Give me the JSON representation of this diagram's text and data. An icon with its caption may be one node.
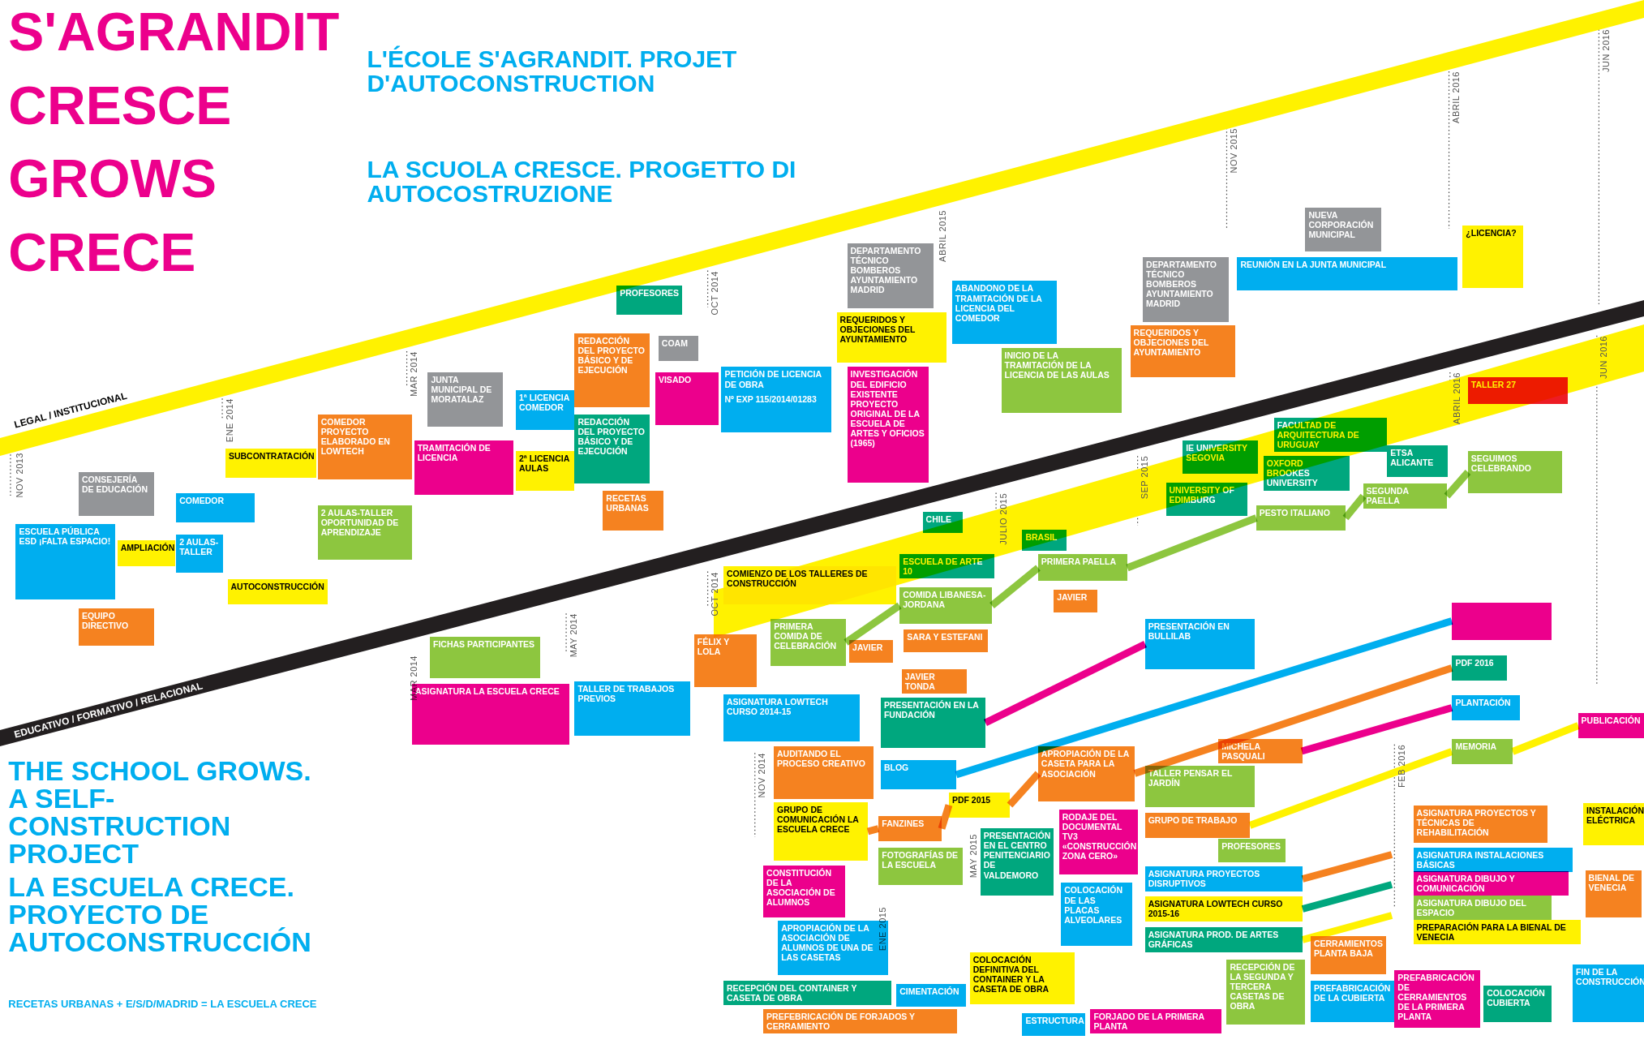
{
  "diagram": {
    "nodes": [
      {
        "text": [
          "CONSEJERÍA DE EDUCACIÓN"
        ]
      },
      {
        "text": [
          "ESCUELA PÚBLICA ESD ¡FALTA ESPACIO!"
        ]
      },
      {
        "text": [
          "EQUIPO DIRECTIVO"
        ]
      },
      {
        "text": [
          "AMPLIACIÓN"
        ]
      },
      {
        "text": [
          "COMEDOR"
        ]
      },
      {
        "text": [
          "2 AULAS-TALLER"
        ]
      },
      {
        "text": [
          "SUBCONTRATACIÓN"
        ]
      },
      {
        "text": [
          "AUTOCONSTRUCCIÓN"
        ]
      },
      {
        "text": [
          "COMEDOR PROYECTO ELABORADO EN LOWTECH"
        ]
      },
      {
        "text": [
          "2 AULAS-TALLER OPORTUNIDAD DE APRENDIZAJE"
        ]
      },
      {
        "text": [
          "JUNTA MUNICIPAL DE MORATALAZ"
        ]
      },
      {
        "text": [
          "TRAMITACIÓN DE LICENCIA"
        ]
      },
      {
        "text": [
          "1ª LICENCIA COMEDOR"
        ]
      },
      {
        "text": [
          "2ª LICENCIA AULAS"
        ]
      },
      {
        "text": [
          "PROFESORES"
        ]
      },
      {
        "text": [
          "REDACCIÓN DEL PROYECTO BÁSICO Y DE EJECUCIÓN"
        ]
      },
      {
        "text": [
          "COAM"
        ]
      },
      {
        "text": [
          "VISADO"
        ]
      },
      {
        "text": [
          "REDACCIÓN DEL PROYECTO BÁSICO Y DE EJECUCIÓN"
        ]
      },
      {
        "text": [
          "RECETAS URBANAS"
        ]
      },
      {
        "text": [
          "PETICIÓN DE LICENCIA DE OBRA",
          "Nº EXP 115/2014/01283"
        ]
      },
      {
        "text": [
          "DEPARTAMENTO TÉCNICO BOMBEROS AYUNTAMIENTO MADRID"
        ]
      },
      {
        "text": [
          "REQUERIDOS Y OBJECIONES DEL AYUNTAMIENTO"
        ]
      },
      {
        "text": [
          "INVESTIGACIÓN DEL EDIFICIO EXISTENTE PROYECTO ORIGINAL DE LA ESCUELA DE ARTES Y OFICIOS (1965)"
        ]
      },
      {
        "text": [
          "ABANDONO DE LA TRAMITACIÓN DE LA LICENCIA DEL COMEDOR"
        ]
      },
      {
        "text": [
          "INICIO DE LA TRAMITACIÓN DE LA LICENCIA DE LAS AULAS"
        ]
      },
      {
        "text": [
          "DEPARTAMENTO TÉCNICO BOMBEROS AYUNTAMIENTO MADRID"
        ]
      },
      {
        "text": [
          "REQUERIDOS Y OBJECIONES DEL AYUNTAMIENTO"
        ]
      },
      {
        "text": [
          "REUNIÓN EN LA JUNTA MUNICIPAL"
        ]
      },
      {
        "text": [
          "NUEVA CORPORACIÓN MUNICIPAL"
        ]
      },
      {
        "text": [
          "¿LICENCIA?"
        ]
      },
      {
        "text": [
          "CHILE"
        ]
      },
      {
        "text": [
          "COMIENZO DE LOS TALLERES DE CONSTRUCCIÓN"
        ]
      },
      {
        "text": [
          "ESCUELA DE ARTE 10"
        ]
      },
      {
        "text": [
          "BRASIL"
        ]
      },
      {
        "text": [
          "IE UNIVERSITY SEGOVIA"
        ]
      },
      {
        "text": [
          "FACULTAD DE ARQUITECTURA DE URUGUAY"
        ]
      },
      {
        "text": [
          "UNIVERSITY OF EDIMBURG"
        ]
      },
      {
        "text": [
          "OXFORD BROOKES UNIVERSITY"
        ]
      },
      {
        "text": [
          "ETSA ALICANTE"
        ]
      },
      {
        "text": [
          "TALLER 27"
        ]
      },
      {
        "text": [
          "SEGUIMOS CELEBRANDO"
        ]
      },
      {
        "text": [
          "SEGUNDA PAELLA"
        ]
      },
      {
        "text": [
          "PESTO ITALIANO"
        ]
      },
      {
        "text": [
          "PRIMERA PAELLA"
        ]
      },
      {
        "text": [
          "JAVIER"
        ]
      },
      {
        "text": [
          "PRIMERA COMIDA DE CELEBRACIÓN"
        ]
      },
      {
        "text": [
          "JAVIER"
        ]
      },
      {
        "text": [
          "COMIDA LIBANESA-JORDANA"
        ]
      },
      {
        "text": [
          "SARA Y ESTEFANI"
        ]
      },
      {
        "text": [
          "FICHAS PARTICIPANTES"
        ]
      },
      {
        "text": [
          "ASIGNATURA LA ESCUELA CRECE"
        ]
      },
      {
        "text": [
          "TALLER DE TRABAJOS PREVIOS"
        ]
      },
      {
        "text": [
          "FÉLIX Y LOLA"
        ]
      },
      {
        "text": [
          "ASIGNATURA LOWTECH CURSO 2014-15"
        ]
      },
      {
        "text": [
          "JAVIER TONDA"
        ]
      },
      {
        "text": [
          "PRESENTACIÓN EN LA FUNDACIÓN"
        ]
      },
      {
        "text": [
          "PRESENTACIÓN EN BULLILAB"
        ]
      },
      {
        "text": [],
        "shape": "box"
      },
      {
        "text": [
          "PDF 2016"
        ]
      },
      {
        "text": [
          "PLANTACIÓN"
        ]
      },
      {
        "text": [
          "MEMORIA"
        ]
      },
      {
        "text": [
          "PUBLICACIÓN"
        ]
      },
      {
        "text": [
          "AUDITANDO EL PROCESO CREATIVO"
        ]
      },
      {
        "text": [
          "BLOG"
        ]
      },
      {
        "text": [
          "GRUPO DE COMUNICACIÓN LA ESCUELA CRECE"
        ]
      },
      {
        "text": [
          "FANZINES"
        ]
      },
      {
        "text": [
          "PDF 2015"
        ]
      },
      {
        "text": [
          "FOTOGRAFÍAS DE LA ESCUELA"
        ]
      },
      {
        "text": [
          "APROPIACIÓN DE LA CASETA PARA LA ASOCIACIÓN"
        ]
      },
      {
        "text": [
          "MICHELA PASQUALI"
        ]
      },
      {
        "text": [
          "TALLER PENSAR EL JARDÍN"
        ]
      },
      {
        "text": [
          "GRUPO DE TRABAJO"
        ]
      },
      {
        "text": [
          "PROFESORES"
        ]
      },
      {
        "text": [
          "PRESENTACIÓN EN EL CENTRO PENITENCIARIO DE VALDEMORO"
        ]
      },
      {
        "text": [
          "RODAJE DEL DOCUMENTAL TV3 «CONSTRUCCIÓN ZONA CERO»"
        ]
      },
      {
        "text": [
          "CONSTITUCIÓN DE LA ASOCIACIÓN DE ALUMNOS"
        ]
      },
      {
        "text": [
          "APROPIACIÓN DE LA ASOCIACIÓN DE ALUMNOS DE UNA DE LAS CASETAS"
        ]
      },
      {
        "text": [
          "COLOCACIÓN DE LAS PLACAS ALVEOLARES"
        ]
      },
      {
        "text": [
          "COLOCACIÓN DEFINITIVA DEL CONTAINER Y LA CASETA DE OBRA"
        ]
      },
      {
        "text": [
          "RECEPCIÓN DEL CONTAINER Y CASETA DE OBRA"
        ]
      },
      {
        "text": [
          "PREFEBRICACIÓN DE FORJADOS Y CERRAMIENTO"
        ]
      },
      {
        "text": [
          "CIMENTACIÓN"
        ]
      },
      {
        "text": [
          "ESTRUCTURA"
        ]
      },
      {
        "text": [
          "FORJADO DE LA PRIMERA PLANTA"
        ]
      },
      {
        "text": [
          "ASIGNATURA PROYECTOS DISRUPTIVOS"
        ]
      },
      {
        "text": [
          "ASIGNATURA LOWTECH CURSO 2015-16"
        ]
      },
      {
        "text": [
          "ASIGNATURA PROD. DE ARTES GRÁFICAS"
        ]
      },
      {
        "text": [
          "RECEPCIÓN DE LA SEGUNDA Y TERCERA CASETAS DE OBRA"
        ]
      },
      {
        "text": [
          "CERRAMIENTOS PLANTA BAJA"
        ]
      },
      {
        "text": [
          "PREFABRICACIÓN DE LA CUBIERTA"
        ]
      },
      {
        "text": [
          "PREFABRICACIÓN DE CERRAMIENTOS DE LA PRIMERA PLANTA"
        ]
      },
      {
        "text": [
          "COLOCACIÓN CUBIERTA"
        ]
      },
      {
        "text": [
          "ASIGNATURA PROYECTOS Y TÉCNICAS DE REHABILITACIÓN"
        ]
      },
      {
        "text": [
          "ASIGNATURA INSTALACIONES BÁSICAS"
        ]
      },
      {
        "text": [
          "ASIGNATURA DIBUJO Y COMUNICACIÓN"
        ]
      },
      {
        "text": [
          "ASIGNATURA DIBUJO DEL ESPACIO"
        ]
      },
      {
        "text": [
          "PREPARACIÓN PARA LA BIENAL DE VENECIA"
        ]
      },
      {
        "text": [
          "INSTALACIÓN ELÉCTRICA"
        ]
      },
      {
        "text": [
          "BIENAL DE VENECIA"
        ]
      },
      {
        "text": [
          "FIN DE LA CONSTRUCCIÓN"
        ]
      }
    ],
    "edges": [
      {
        "from": 46,
        "to": 48,
        "arrow": "none"
      },
      {
        "from": 48,
        "to": 44,
        "arrow": "none"
      },
      {
        "from": 44,
        "to": 43,
        "arrow": "none"
      },
      {
        "from": 43,
        "to": 42,
        "arrow": "none"
      },
      {
        "from": 42,
        "to": 41,
        "arrow": "none"
      },
      {
        "from": 56,
        "to": 57,
        "arrow": "none",
        "color": "#ec008c"
      },
      {
        "from": 64,
        "to": 58,
        "arrow": "none",
        "color": "#00aeef"
      },
      {
        "from": 65,
        "to": 66,
        "arrow": "none",
        "color": "#f58220"
      },
      {
        "from": 66,
        "to": 67,
        "arrow": "none",
        "color": "#f58220"
      },
      {
        "from": 67,
        "to": 69,
        "arrow": "none",
        "color": "#f58220"
      },
      {
        "from": 69,
        "to": 59,
        "arrow": "none",
        "color": "#f58220"
      },
      {
        "from": 70,
        "to": 60,
        "arrow": "none",
        "color": "#ec008c"
      },
      {
        "from": 72,
        "to": 61,
        "arrow": "none",
        "color": "#fff200"
      },
      {
        "from": 61,
        "to": 62,
        "arrow": "none",
        "color": "#fff200"
      },
      {
        "from": 85,
        "to": null,
        "arrow": "none",
        "color": "#f58220"
      },
      {
        "from": 86,
        "to": null,
        "arrow": "none",
        "color": "#00a77e"
      },
      {
        "from": 87,
        "to": null,
        "arrow": "none",
        "color": "#fff200"
      }
    ],
    "labels": [
      "S'AGRANDIT",
      "L'ÉCOLE S'AGRANDIT. PROJET D'AUTOCONSTRUCTION",
      "CRESCE",
      "LA SCUOLA CRESCE. PROGETTO DI AUTOCOSTRUZIONE",
      "GROWS",
      "CRECE",
      "LEGAL / INSTITUCIONAL",
      "NOV 2013",
      "ENE 2014",
      "MAR 2014",
      "OCT 2014",
      "ABRIL 2015",
      "NOV 2015",
      "ABRIL 2016",
      "JUN 2016",
      "EDUCATIVO / FORMATIVO / RELACIONAL",
      "MAR 2014",
      "MAY 2014",
      "OCT 2014",
      "NOV 2014",
      "ENE 2015",
      "MAY 2015",
      "JULIO 2015",
      "SEP 2015",
      "FEB 2016",
      "ABRIL 2016",
      "JUN 2016",
      "THE SCHOOL GROWS. A SELF-CONSTRUCTION PROJECT",
      "LA ESCUELA CRECE. PROYECTO DE AUTOCONSTRUCCIÓN",
      "RECETAS URBANAS + E/S/D/MADRID = LA ESCUELA CRECE"
    ]
  }
}
